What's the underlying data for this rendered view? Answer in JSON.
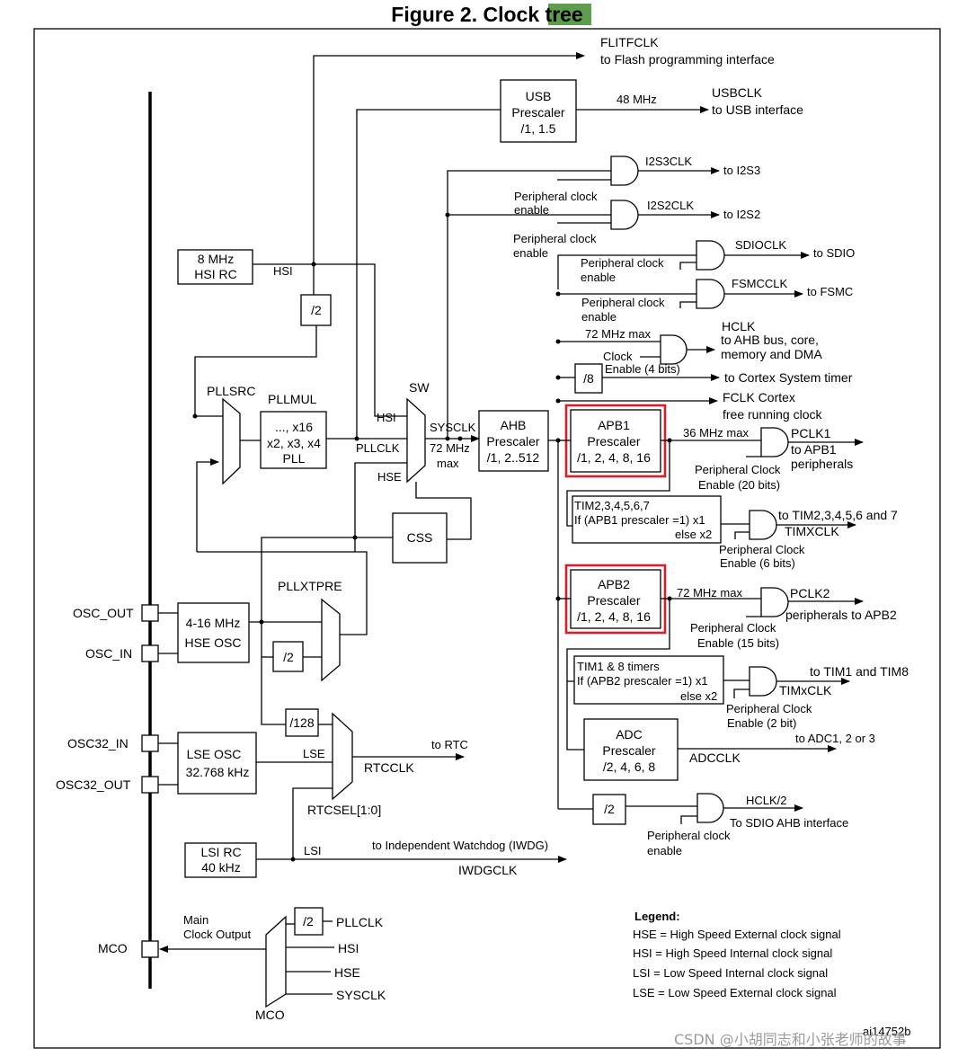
{
  "title": {
    "main": "Figure 2. Clock ",
    "highlight": "tree",
    "highlight_color": "#5e9c4e"
  },
  "top": {
    "flitfclk": "FLITFCLK",
    "flitfclk_sub": "to Flash programming interface",
    "usb_box": [
      "USB",
      "Prescaler",
      "/1, 1.5"
    ],
    "usb_freq": "48 MHz",
    "usbclk": "USBCLK",
    "usbclk_sub": "to USB interface"
  },
  "i2s": {
    "i2s3clk": "I2S3CLK",
    "to_i2s3": "to I2S3",
    "i2s2clk": "I2S2CLK",
    "to_i2s2": "to I2S2",
    "pce1a": "Peripheral clock",
    "pce1b": "enable",
    "pce2a": "Peripheral clock",
    "pce2b": "enable"
  },
  "sdio": {
    "sdioclk": "SDIOCLK",
    "to_sdio": "to SDIO",
    "pce_a": "Peripheral clock",
    "pce_b": "enable",
    "fsmcclk": "FSMCCLK",
    "to_fsmc": "to FSMC",
    "pce2_a": "Peripheral clock",
    "pce2_b": "enable"
  },
  "hclk": {
    "max": "72 MHz max",
    "hclk": "HCLK",
    "dest1": "to AHB bus, core,",
    "dest2": "memory and DMA",
    "clock": "Clock",
    "enable": "Enable (4 bits)",
    "div8": "/8",
    "cortex_timer": "to Cortex System timer",
    "fclk1": "FCLK Cortex",
    "fclk2": "free running clock"
  },
  "hsi": {
    "box": [
      "8 MHz",
      "HSI RC"
    ],
    "label": "HSI",
    "div2": "/2"
  },
  "pll": {
    "pllsrc": "PLLSRC",
    "pllmul": "PLLMUL",
    "box": [
      "..., x16",
      "x2, x3, x4",
      "PLL"
    ],
    "pllclk": "PLLCLK",
    "hsi": "HSI",
    "hse": "HSE",
    "sw": "SW",
    "sysclk": "SYSCLK",
    "max1": "72 MHz",
    "max2": "max"
  },
  "ahb": {
    "box": [
      "AHB",
      "Prescaler",
      "/1, 2..512"
    ]
  },
  "css": "CSS",
  "apb1": {
    "box": [
      "APB1",
      "Prescaler",
      "/1, 2, 4, 8, 16"
    ],
    "max": "36 MHz max",
    "pclk1": "PCLK1",
    "dest1": "to APB1",
    "dest2": "peripherals",
    "pce1": "Peripheral Clock",
    "pce2": "Enable (20 bits)",
    "tim_box": [
      "TIM2,3,4,5,6,7",
      "If (APB1 prescaler =1) x1",
      "else  x2"
    ],
    "tim_dest": "to TIM2,3,4,5,6 and 7",
    "timxclk": "TIMXCLK",
    "tpce1": "Peripheral Clock",
    "tpce2": "Enable (6 bits)"
  },
  "apb2": {
    "box": [
      "APB2",
      "Prescaler",
      "/1, 2, 4, 8, 16"
    ],
    "max": "72 MHz max",
    "pclk2": "PCLK2",
    "dest": "peripherals to APB2",
    "pce1": "Peripheral Clock",
    "pce2": "Enable (15 bits)",
    "tim_box": [
      "TIM1 & 8 timers",
      "If (APB2 prescaler =1) x1",
      "else x2"
    ],
    "tim_dest": "to TIM1 and TIM8",
    "timxclk": "TIMxCLK",
    "tpce1": "Peripheral Clock",
    "tpce2": "Enable (2 bit)"
  },
  "adc": {
    "box": [
      "ADC",
      "Prescaler",
      "/2, 4, 6, 8"
    ],
    "dest": "to ADC1, 2 or 3",
    "adcclk": "ADCCLK"
  },
  "hclk2": {
    "div": "/2",
    "label": "HCLK/2",
    "dest": "To SDIO AHB interface",
    "pce1": "Peripheral clock",
    "pce2": "enable"
  },
  "hse": {
    "osc_out": "OSC_OUT",
    "osc_in": "OSC_IN",
    "box": [
      "4-16 MHz",
      "HSE OSC"
    ],
    "pllxtpre": "PLLXTPRE",
    "div2": "/2"
  },
  "lse": {
    "osc32_in": "OSC32_IN",
    "osc32_out": "OSC32_OUT",
    "box": [
      "LSE OSC",
      "32.768 kHz"
    ],
    "lse": "LSE",
    "div128": "/128",
    "to_rtc": "to RTC",
    "rtcclk": "RTCCLK",
    "rtcsel": "RTCSEL[1:0]"
  },
  "lsi": {
    "box": [
      "LSI RC",
      "40 kHz"
    ],
    "lsi": "LSI",
    "iwdg": "to Independent Watchdog (IWDG)",
    "iwdgclk": "IWDGCLK"
  },
  "mco": {
    "mco": "MCO",
    "main1": "Main",
    "main2": "Clock Output",
    "div2": "/2",
    "pllclk": "PLLCLK",
    "hsi": "HSI",
    "hse": "HSE",
    "sysclk": "SYSCLK",
    "mux": "MCO"
  },
  "legend": {
    "title": "Legend:",
    "items": [
      "HSE = High Speed External clock signal",
      "HSI = High Speed Internal clock signal",
      "LSI = Low Speed Internal clock signal",
      "LSE = Low Speed External clock signal"
    ]
  },
  "ref": "ai14752b",
  "watermark": "CSDN @小胡同志和小张老师的故事"
}
